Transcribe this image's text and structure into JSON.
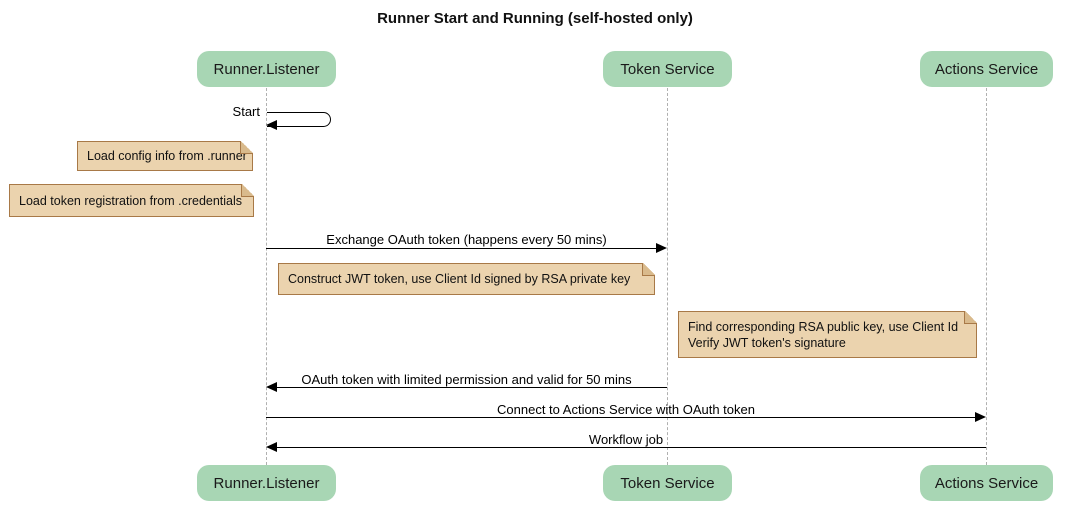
{
  "diagram": {
    "title": "Runner Start and Running (self-hosted only)",
    "type": "sequence-diagram",
    "participants": [
      {
        "id": "runner-listener",
        "label": "Runner.Listener"
      },
      {
        "id": "token-service",
        "label": "Token Service"
      },
      {
        "id": "actions-service",
        "label": "Actions Service"
      }
    ],
    "messages": [
      {
        "label": "Start",
        "type": "self-message",
        "from": "Runner.Listener",
        "to": "Runner.Listener"
      },
      {
        "label": "Exchange OAuth token (happens every 50 mins)",
        "type": "solid-arrow",
        "from": "Runner.Listener",
        "to": "Token Service"
      },
      {
        "label": "OAuth token with limited permission and valid for 50 mins",
        "type": "solid-arrow",
        "from": "Token Service",
        "to": "Runner.Listener"
      },
      {
        "label": "Connect to Actions Service with OAuth token",
        "type": "solid-arrow",
        "from": "Runner.Listener",
        "to": "Actions Service"
      },
      {
        "label": "Workflow job",
        "type": "solid-arrow",
        "from": "Actions Service",
        "to": "Runner.Listener"
      }
    ],
    "notes": [
      {
        "text": "Load config info from .runner",
        "position": "left of Runner.Listener"
      },
      {
        "text": "Load token registration from .credentials",
        "position": "left of Runner.Listener"
      },
      {
        "text": "Construct JWT token, use Client Id signed by RSA private key",
        "position": "right of Runner.Listener"
      },
      {
        "lines": [
          "Find corresponding RSA public key, use Client Id",
          "Verify JWT token's signature"
        ],
        "position": "right of Token Service"
      }
    ],
    "colors": {
      "background": "#ffffff",
      "participant_fill": "#a8d6b4",
      "note_fill": "#ebd3ae",
      "note_border": "#a87947",
      "note_fold": "#d9ba8c",
      "lifeline": "#b0b0b0",
      "arrow": "#000000",
      "text": "#000000"
    }
  }
}
